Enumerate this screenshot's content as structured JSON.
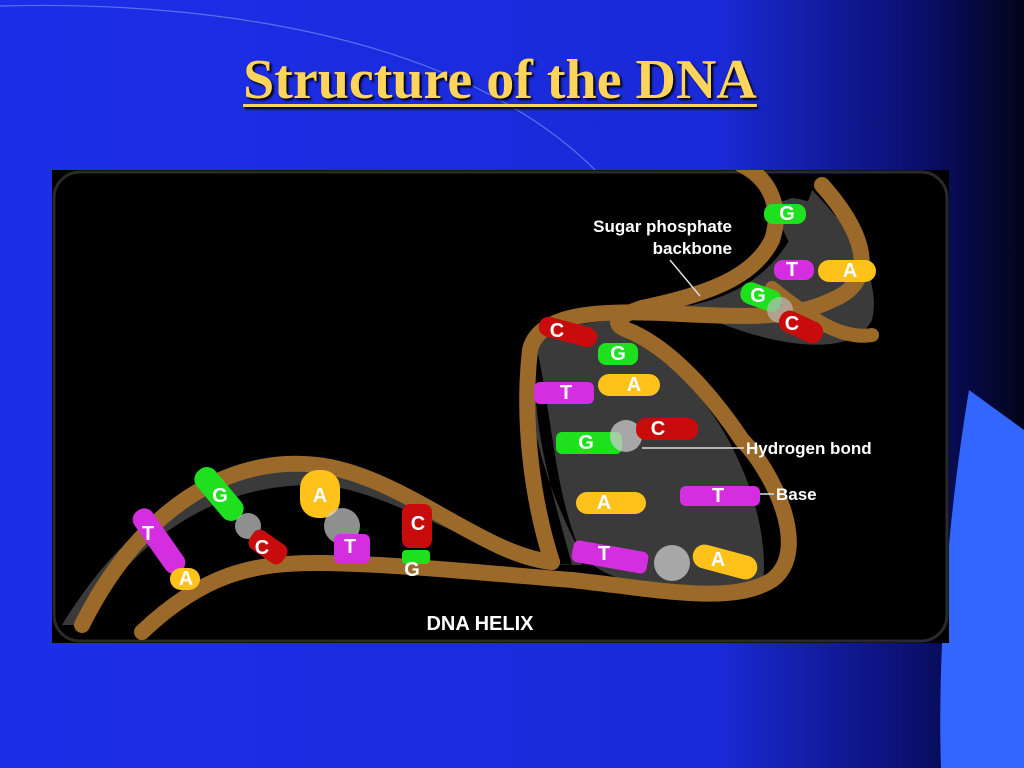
{
  "slide": {
    "title": "Structure of the DNA"
  },
  "colors": {
    "background": "#1c2ee8",
    "title": "#ffd45a",
    "backbone": "#9b6a2a",
    "helix_inside": "#3a3a3a",
    "base_A": "#ffc21a",
    "base_T": "#d52ee0",
    "base_G": "#1ee01e",
    "base_C": "#c80c0c"
  },
  "diagram": {
    "label_backbone_line1": "Sugar phosphate",
    "label_backbone_line2": "backbone",
    "label_hydrogen_bond": "Hydrogen bond",
    "label_base": "Base",
    "caption": "DNA HELIX"
  },
  "pairs": [
    {
      "top": "G",
      "bottom": "C"
    },
    {
      "top": "A",
      "bottom": "T"
    },
    {
      "top": "C",
      "bottom": "G"
    },
    {
      "top": "T",
      "bottom": "A"
    },
    {
      "top": "C",
      "bottom": "G"
    },
    {
      "top": "T",
      "bottom": "A"
    },
    {
      "top": "G",
      "bottom": "C"
    },
    {
      "top": "A",
      "bottom": ""
    },
    {
      "top": "T",
      "bottom": ""
    },
    {
      "top": "T",
      "bottom": "A"
    },
    {
      "top": "G",
      "bottom": ""
    },
    {
      "top": "T",
      "bottom": "A"
    },
    {
      "top": "G",
      "bottom": "C"
    }
  ]
}
